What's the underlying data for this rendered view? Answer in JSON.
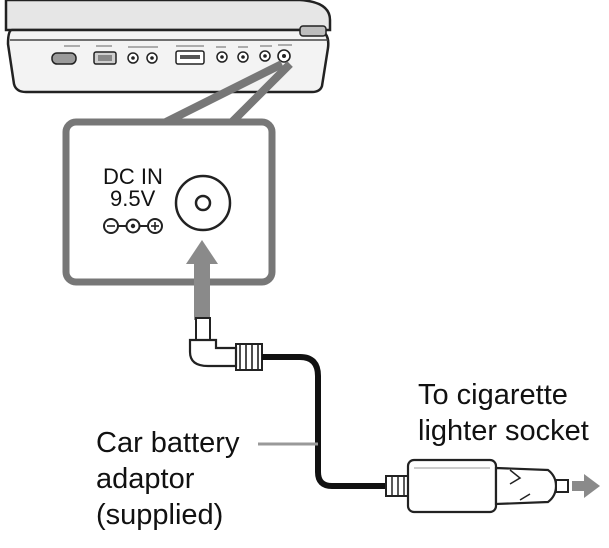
{
  "panel": {
    "line1": "DC IN",
    "line2": "9.5V"
  },
  "labels": {
    "adaptor": [
      "Car battery",
      "adaptor",
      "(supplied)"
    ],
    "socket": [
      "To cigarette",
      "lighter socket"
    ]
  },
  "icons": {
    "polarity": "dc-polarity-icon",
    "direction": "arrow-right-icon"
  }
}
